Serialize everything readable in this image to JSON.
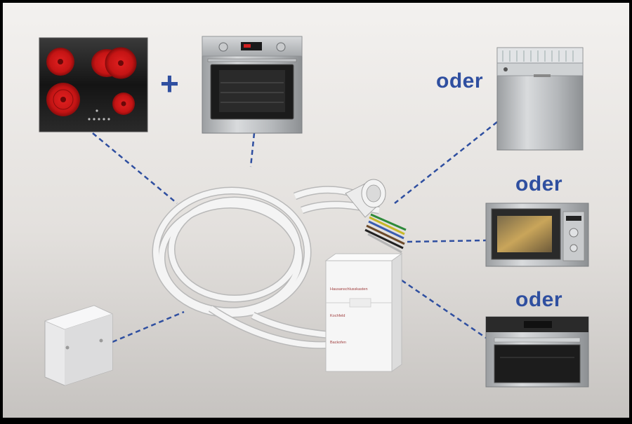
{
  "labels": {
    "plus": "+",
    "oder_dishwasher": "oder",
    "oder_microwave": "oder",
    "oder_oven": "oder"
  },
  "junction_box": {
    "label_1": "Hausanschlusskasten",
    "label_2": "Kochfeld",
    "label_3": "Backofen"
  },
  "colors": {
    "frame": "#000000",
    "background_top": "#f2f0ee",
    "background_bottom": "#c9c6c3",
    "connector_line": "#2f4fa0",
    "label": "#2f4fa0",
    "hob_glass": "#111111",
    "hob_zone": "#cc1818"
  },
  "icons": [
    "ceramic-hob-icon",
    "built-in-oven-icon",
    "dishwasher-icon",
    "microwave-icon",
    "compact-oven-icon",
    "wall-socket-plate-icon",
    "cable-coil-icon",
    "junction-box-icon",
    "schuko-plug-icon"
  ]
}
